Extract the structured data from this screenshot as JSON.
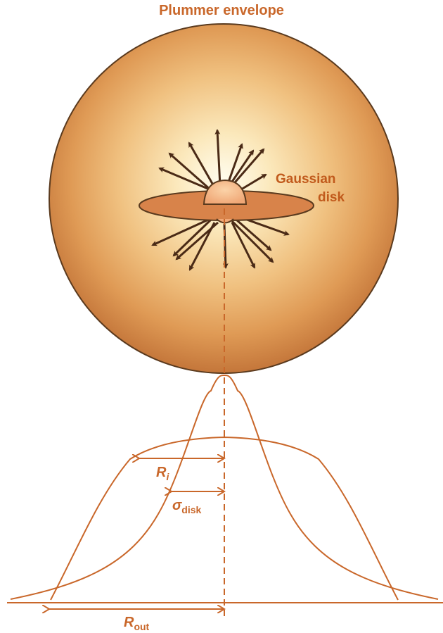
{
  "title": "Plummer envelope",
  "disk_label_line1": "Gaussian",
  "disk_label_line2": "disk",
  "labels": {
    "r_i_main": "R",
    "r_i_sub": "i",
    "sigma_main": "σ",
    "sigma_sub": "disk",
    "r_out_main": "R",
    "r_out_sub": "out"
  },
  "colors": {
    "profile": "#c9672a",
    "label": "#c9672a",
    "envelope_edge": "#5a3a1e",
    "envelope_inner": "#fffbe8",
    "envelope_outer": "#c8793a",
    "disk_fill": "#d8834a",
    "arrow": "#4a2a16"
  }
}
